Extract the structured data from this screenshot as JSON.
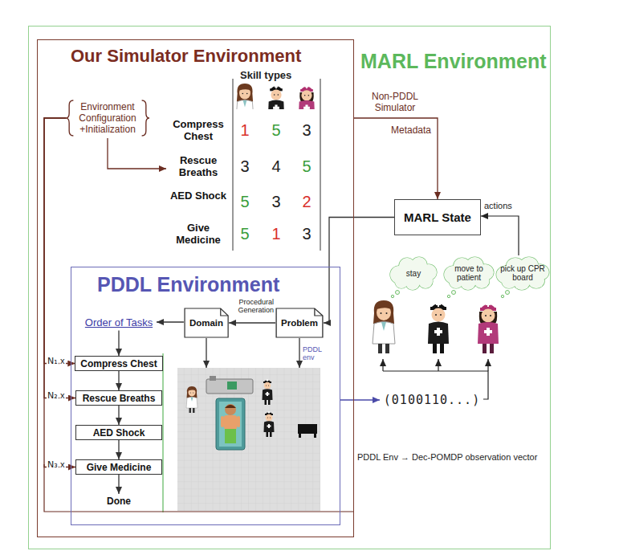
{
  "diagram": {
    "nodes": [
      {
        "text": [
          "MARL Environment"
        ]
      },
      {
        "text": [
          "Our Simulator Environment"
        ],
        "in": 0
      },
      {
        "text": [
          "Environment Configuration +Initialization"
        ],
        "in": 1
      },
      {
        "text": [
          "Skill types"
        ],
        "in": 1
      },
      {
        "text": [
          "PDDL Environment"
        ],
        "in": 1
      },
      {
        "text": [
          "Order of Tasks"
        ],
        "in": 4
      },
      {
        "text": [
          "Domain"
        ],
        "in": 4
      },
      {
        "text": [
          "Problem"
        ],
        "in": 4
      },
      {
        "text": [
          "Compress Chest"
        ],
        "in": 4
      },
      {
        "text": [
          "Rescue Breaths"
        ],
        "in": 4
      },
      {
        "text": [
          "AED Shock"
        ],
        "in": 4
      },
      {
        "text": [
          "Give Medicine"
        ],
        "in": 4
      },
      {
        "text": [
          "Done"
        ],
        "in": 4
      },
      {
        "text": [
          "PDDL env"
        ],
        "in": 4
      },
      {
        "text": [
          "MARL State"
        ],
        "in": 0
      },
      {
        "text": [
          "stay"
        ],
        "in": 0
      },
      {
        "text": [
          "move to patient"
        ],
        "in": 0
      },
      {
        "text": [
          "pick up CPR board"
        ],
        "in": 0
      },
      {
        "text": [
          "(0100110...)"
        ],
        "in": 0
      }
    ],
    "edges": [
      {
        "from": 2,
        "to": 3,
        "arrow": "to"
      },
      {
        "from": 6,
        "to": 5,
        "arrow": "to"
      },
      {
        "from": 7,
        "to": 6,
        "label": "Procedural Generation",
        "arrow": "to"
      },
      {
        "from": 14,
        "to": 7,
        "arrow": "to"
      },
      {
        "from": 5,
        "to": 8,
        "arrow": "to"
      },
      {
        "from": 8,
        "to": 9,
        "arrow": "to"
      },
      {
        "from": 9,
        "to": 10,
        "arrow": "to"
      },
      {
        "from": 10,
        "to": 11,
        "arrow": "to"
      },
      {
        "from": 11,
        "to": 12,
        "arrow": "to"
      },
      {
        "from": 6,
        "to": 13,
        "arrow": "to"
      },
      {
        "from": 7,
        "to": 13,
        "arrow": "to"
      },
      {
        "from": 1,
        "to": 14,
        "label": "Non-PDDL Simulator",
        "arrow": "to"
      },
      {
        "from": 4,
        "to": 18,
        "arrow": "to"
      },
      {
        "from": 2,
        "to": 8,
        "arrow": "to"
      },
      {
        "from": 2,
        "to": 9,
        "arrow": "to"
      },
      {
        "from": 2,
        "to": 11,
        "arrow": "to"
      }
    ],
    "labels": [
      "Compress Chest",
      "1",
      "5",
      "3",
      "Rescue Breaths",
      "3",
      "4",
      "5",
      "AED Shock",
      "5",
      "3",
      "2",
      "Give Medicine",
      "5",
      "1",
      "3",
      "N₁",
      "x",
      "N₂",
      "x",
      "N₃",
      "x",
      "Metadata",
      "actions",
      "PDDL Env → Dec-POMDP observation vector"
    ]
  }
}
